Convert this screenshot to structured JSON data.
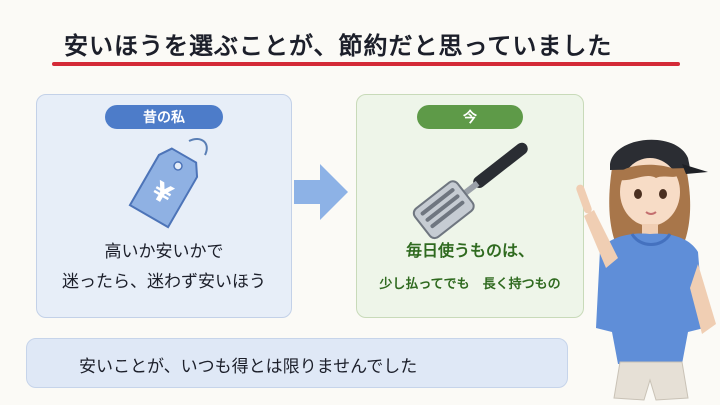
{
  "header": {
    "title": "安いほうを選ぶことが、節約だと思っていました"
  },
  "left_panel": {
    "badge": "昔の私",
    "icon": "price-tag-yen-icon",
    "line1": "高いか安いかで",
    "line2": "迷ったら、迷わず安いほう"
  },
  "right_panel": {
    "badge": "今",
    "icon": "spatula-icon",
    "line1": "毎日使うものは、",
    "line2": "少し払ってでも　長く持つもの"
  },
  "footer": {
    "text": "安いことが、いつも得とは限りませんでした"
  },
  "colors": {
    "title_underline": "#d42a37",
    "left_accent": "#4d7cc9",
    "right_accent": "#5e9a48",
    "arrow": "#8db2e6"
  }
}
